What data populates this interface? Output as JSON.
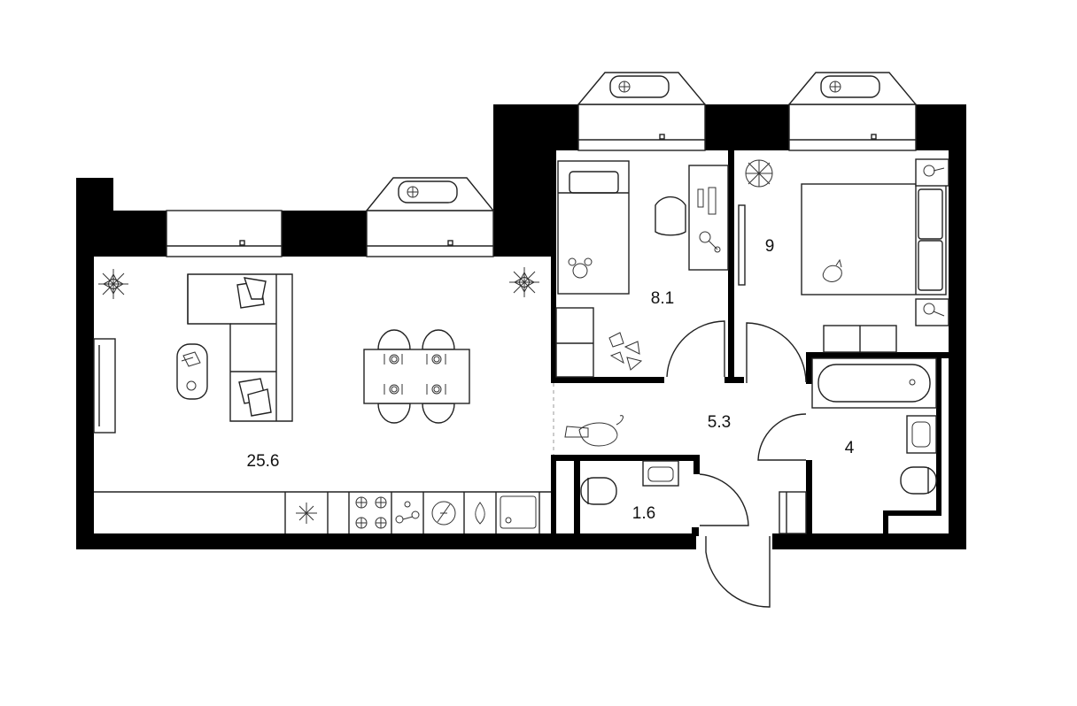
{
  "plan": {
    "wall_color": "#000000",
    "background": "#ffffff",
    "rooms": [
      {
        "id": "living-kitchen",
        "area": "25.6"
      },
      {
        "id": "children-room",
        "area": "8.1"
      },
      {
        "id": "bedroom",
        "area": "9"
      },
      {
        "id": "hallway",
        "area": "5.3"
      },
      {
        "id": "bathroom",
        "area": "4"
      },
      {
        "id": "toilet",
        "area": "1.6"
      }
    ]
  }
}
